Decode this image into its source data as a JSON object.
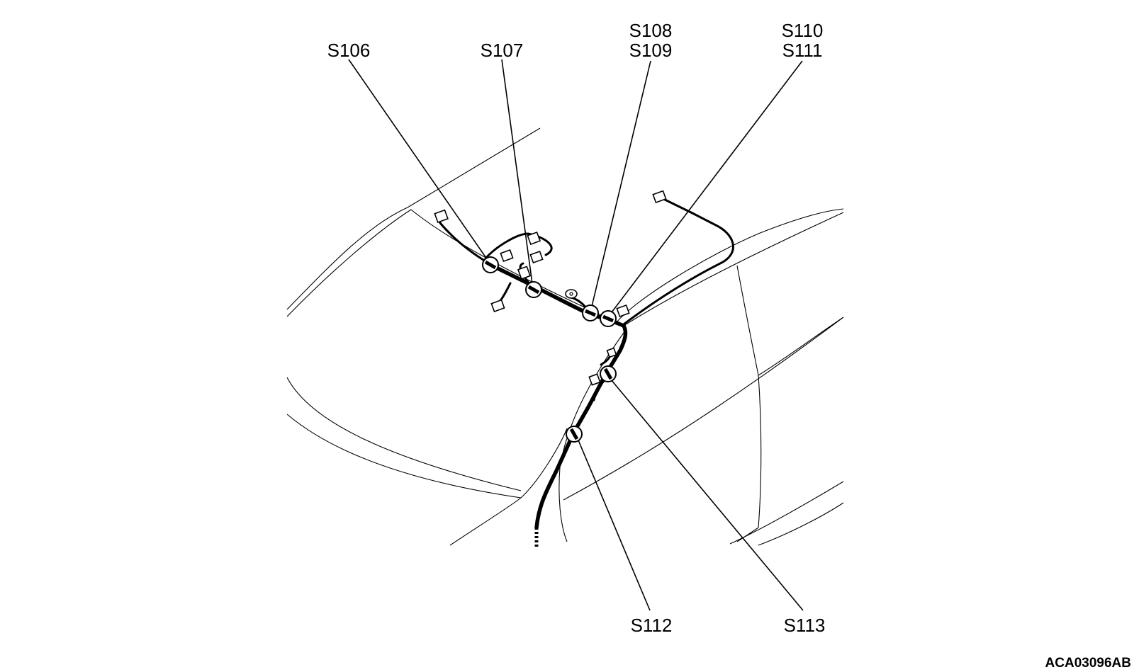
{
  "figure_code": "ACA03096AB",
  "callouts": [
    {
      "id": "s106",
      "lines": [
        "S106"
      ]
    },
    {
      "id": "s107",
      "lines": [
        "S107"
      ]
    },
    {
      "id": "s108-s109",
      "lines": [
        "S108",
        "S109"
      ]
    },
    {
      "id": "s110-s111",
      "lines": [
        "S110",
        "S111"
      ]
    },
    {
      "id": "s112",
      "lines": [
        "S112"
      ]
    },
    {
      "id": "s113",
      "lines": [
        "S113"
      ]
    }
  ]
}
